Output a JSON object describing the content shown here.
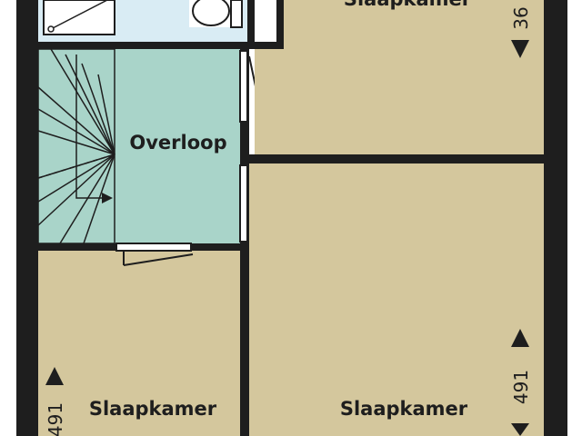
{
  "colors": {
    "wall": "#1e1e1e",
    "bedroom_fill": "#d4c79d",
    "landing_fill": "#a9d4c9",
    "bathroom_fill": "#d9ecf4",
    "background": "#ffffff"
  },
  "rooms": {
    "bedroom_top_right": {
      "label": "Slaapkamer"
    },
    "landing": {
      "label": "Overloop"
    },
    "bedroom_bottom_left": {
      "label": "Slaapkamer"
    },
    "bedroom_bottom_right": {
      "label": "Slaapkamer"
    },
    "bathroom": {
      "label": ""
    }
  },
  "dimensions": {
    "top_right": {
      "label": "36"
    },
    "bottom_left": {
      "label": "491"
    },
    "bottom_right": {
      "label": "491"
    }
  },
  "icons": {
    "shower": "shower-icon",
    "toilet": "toilet-icon",
    "stairs": "stairs-icon",
    "door": "door-icon",
    "arrow_up": "arrow-up-icon",
    "arrow_down": "arrow-down-icon"
  }
}
